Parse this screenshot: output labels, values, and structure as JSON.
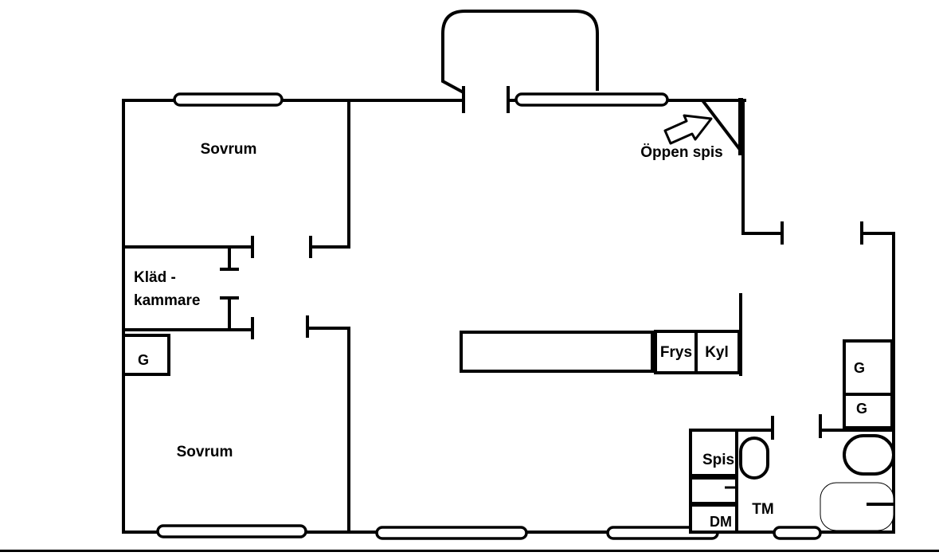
{
  "labels": {
    "bedroom_top": "Sovrum",
    "bedroom_bottom": "Sovrum",
    "fireplace": "Öppen spis",
    "closet_line1": "Kläd -",
    "closet_line2": "kammare",
    "wardrobe_left": "G",
    "wardrobe_right_top": "G",
    "wardrobe_right_bottom": "G",
    "freezer": "Frys",
    "fridge": "Kyl",
    "stove": "Spis",
    "dishwasher": "DM",
    "washing_machine": "TM"
  }
}
